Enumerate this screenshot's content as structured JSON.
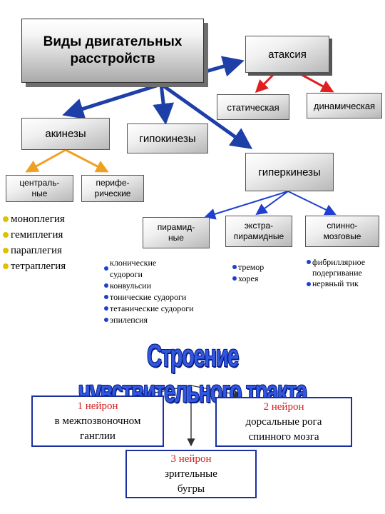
{
  "title": "Виды двигательных расстройств",
  "nodes": {
    "ataxia": "атаксия",
    "static": "статическая",
    "dynamic": "динамическая",
    "akinesia": "акинезы",
    "hypokinesia": "гипокинезы",
    "hyperkinesia": "гиперкинезы",
    "central": "централь-\nные",
    "peripheral": "перифе-\nрические",
    "pyramidal": "пирамид-\nные",
    "extrapyramidal": "экстра-\nпирамидные",
    "spinal": "спинно-\nмозговые"
  },
  "paralysis_list": [
    "моноплегия",
    "гемиплегия",
    "параплегия",
    "тетраплегия"
  ],
  "pyramidal_list": [
    "клонические судороги",
    "конвульсии",
    "тонические судороги",
    "тетанические судороги",
    "эпилепсия"
  ],
  "extrapyramidal_list": [
    "тремор",
    "хорея"
  ],
  "spinal_list": [
    "фибриллярное подергивание",
    "нервный тик"
  ],
  "sensory_title": "Строение чувствительного тракта",
  "neurons": [
    {
      "head": "1 нейрон",
      "body": "в межпозвоночном ганглии"
    },
    {
      "head": "2 нейрон",
      "body": "дорсальные рога спинного мозга"
    },
    {
      "head": "3 нейрон",
      "body": "зрительные бугры"
    }
  ],
  "colors": {
    "blue_arrow": "#1e3fa8",
    "red_arrow": "#e02020",
    "orange_arrow": "#f0a020",
    "thin_blue": "#1e3fcf",
    "title_blue": "#2f57e0"
  }
}
